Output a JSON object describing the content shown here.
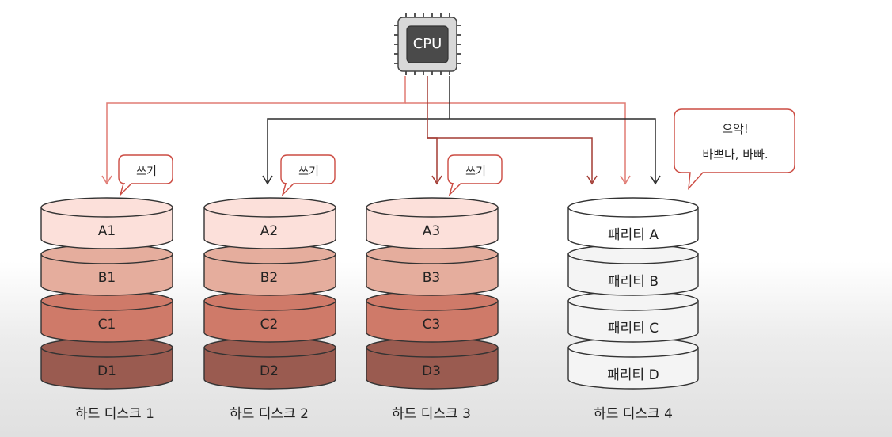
{
  "cpu": {
    "label": "CPU"
  },
  "colors": {
    "red_wire": "#e07b74",
    "black_wire": "#2b2b2b",
    "row_a": "#fce0da",
    "row_b": "#e5ad9d",
    "row_c": "#cf7a69",
    "row_d": "#9a5b50",
    "parity_fill": "#ffffff",
    "bubble_border": "#cc4b42"
  },
  "disks": [
    {
      "name": "하드 디스크 1",
      "blocks": [
        "A1",
        "B1",
        "C1",
        "D1"
      ],
      "bubble": "쓰기"
    },
    {
      "name": "하드 디스크 2",
      "blocks": [
        "A2",
        "B2",
        "C2",
        "D2"
      ],
      "bubble": "쓰기"
    },
    {
      "name": "하드 디스크 3",
      "blocks": [
        "A3",
        "B3",
        "C3",
        "D3"
      ],
      "bubble": "쓰기"
    },
    {
      "name": "하드 디스크 4",
      "blocks": [
        "패리티 A",
        "패리티 B",
        "패리티 C",
        "패리티 D"
      ],
      "parity": true
    }
  ],
  "parity_bubble": {
    "line1": "으악!",
    "line2": "바쁘다, 바빠."
  }
}
